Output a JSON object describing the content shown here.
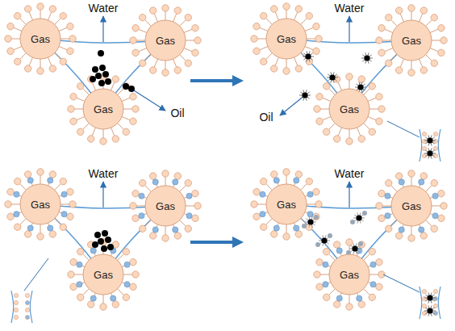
{
  "diagram": {
    "nodes": [
      {
        "text": [
          "Gas"
        ]
      },
      {
        "text": [
          "Gas"
        ]
      },
      {
        "text": [
          "Gas"
        ]
      },
      {
        "text": [
          "Gas"
        ]
      },
      {
        "text": [
          "Gas"
        ]
      },
      {
        "text": [
          "Gas"
        ]
      },
      {
        "text": [
          "Gas"
        ]
      },
      {
        "text": [
          "Gas"
        ]
      },
      {
        "text": [
          "Gas"
        ]
      },
      {
        "text": [
          "Gas"
        ]
      },
      {
        "text": [
          "Gas"
        ]
      },
      {
        "text": [
          "Gas"
        ]
      }
    ],
    "labels": [
      "Water",
      "Oil",
      "Water",
      "Oil",
      "Water",
      "Water"
    ]
  }
}
